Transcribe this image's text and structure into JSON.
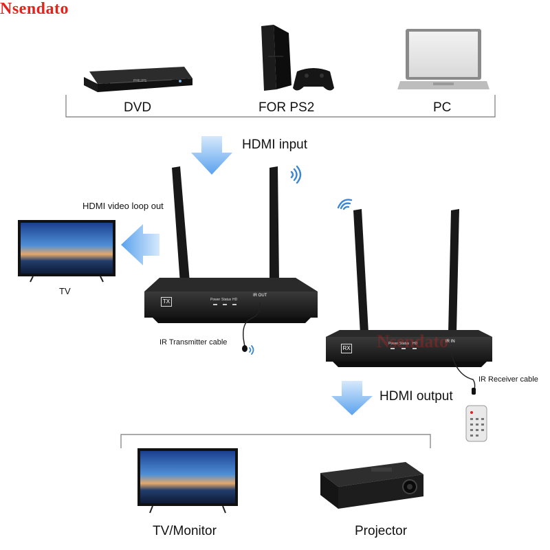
{
  "brand": "Nsendato",
  "sources": {
    "dvd_label": "DVD",
    "ps_label": "FOR PS2",
    "pc_label": "PC",
    "dvd_brand": "PHILIPS"
  },
  "flow": {
    "hdmi_input": "HDMI input",
    "hdmi_loop_out": "HDMI video loop out",
    "hdmi_output": "HDMI output"
  },
  "tx": {
    "badge": "TX",
    "led_power": "Power",
    "led_status": "Status",
    "led_hd": "HD",
    "port": "IR OUT",
    "cable_label": "IR Transmitter cable"
  },
  "rx": {
    "badge": "RX",
    "led_power": "Power",
    "led_status": "Status",
    "led_hd": "HD",
    "port": "IR IN",
    "cable_label": "IR Receiver cable"
  },
  "loop_tv_label": "TV",
  "outputs": {
    "tv_label": "TV/Monitor",
    "projector_label": "Projector"
  },
  "colors": {
    "brand": "#e8211c",
    "arrow": "#6aaef0",
    "device": "#1e1e1e",
    "wifi": "#3a86d4"
  }
}
